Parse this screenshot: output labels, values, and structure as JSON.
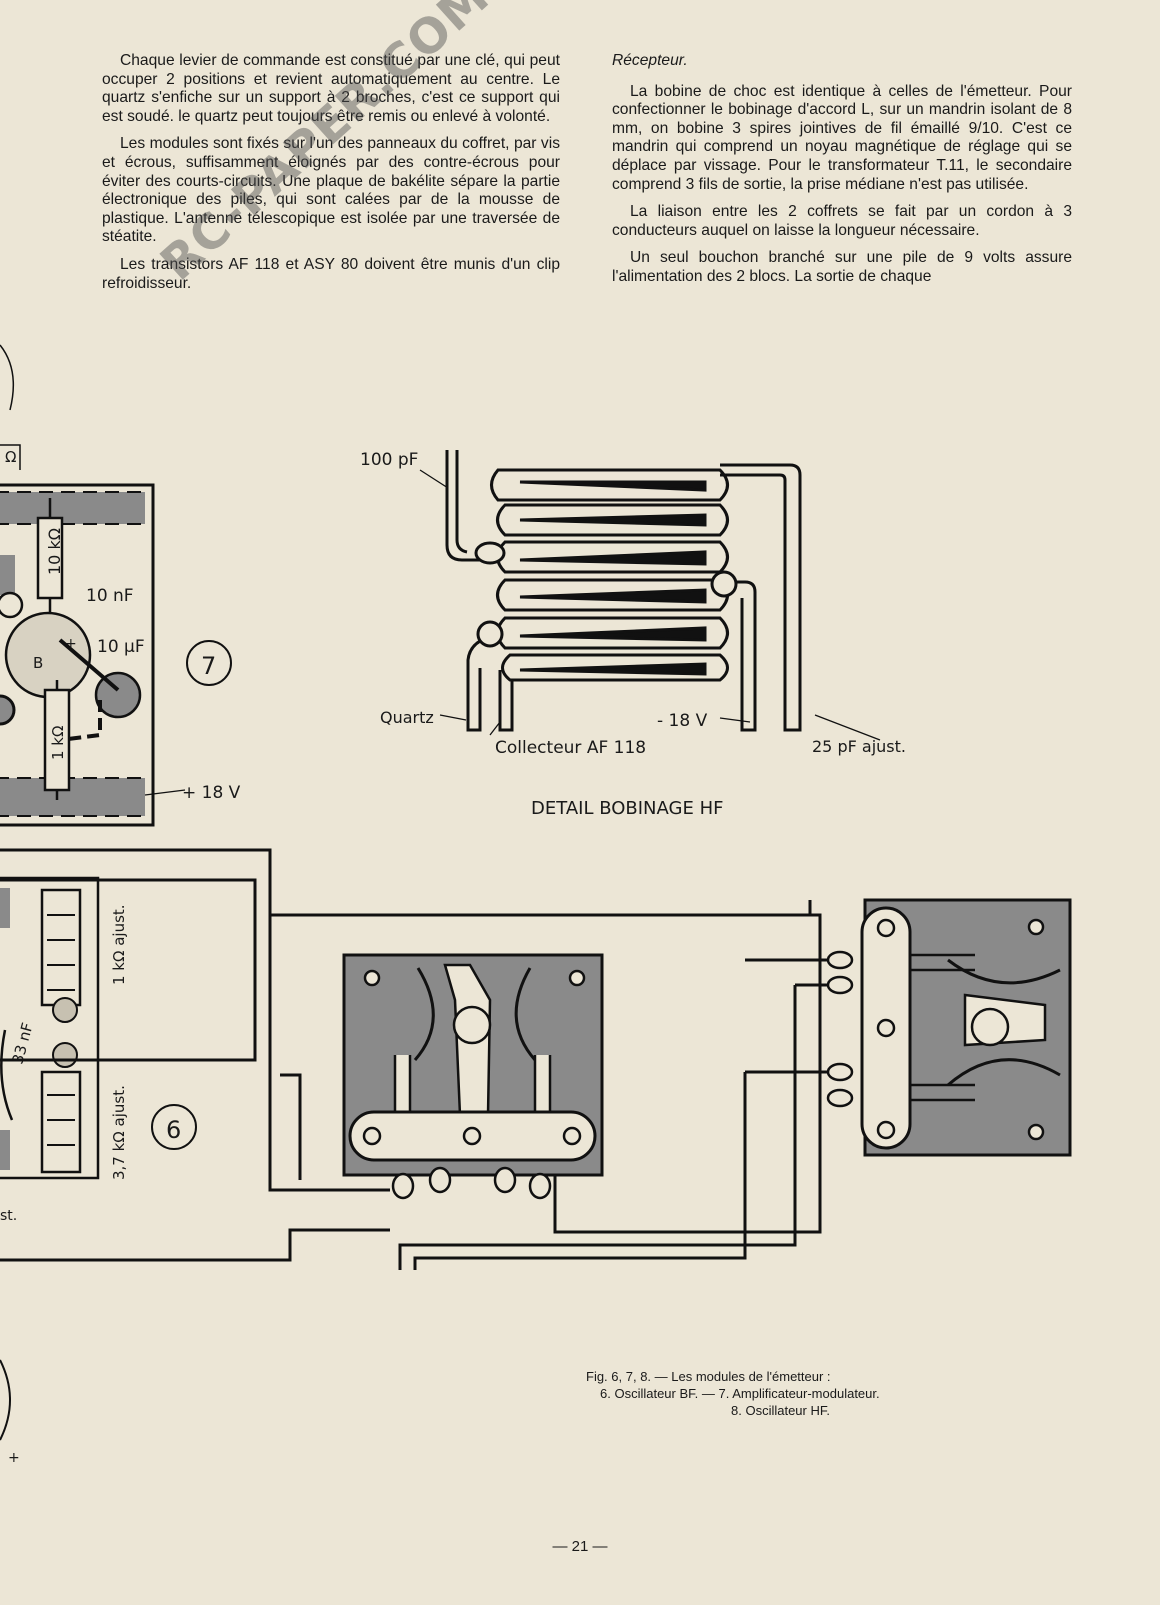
{
  "text": {
    "left_paragraphs": [
      "Chaque levier de commande est constitué par une clé, qui peut occuper 2 positions et revient automatiquement au centre. Le quartz s'enfiche sur un support à 2 broches, c'est ce support qui est soudé. le quartz peut toujours être remis ou enlevé à volonté.",
      "Les modules sont fixés sur l'un des panneaux du coffret, par vis et écrous, suffisamment éloignés par des contre-écrous pour éviter des courts-circuits. Une plaque de bakélite sépare la partie électronique des piles, qui sont calées par de la mousse de plastique. L'antenne télescopique est isolée par une traversée de stéatite.",
      "Les transistors AF 118 et ASY 80 doivent être munis d'un clip refroidisseur."
    ],
    "right_heading": "Récepteur.",
    "right_paragraphs": [
      "La bobine de choc est identique à celles de l'émetteur. Pour confectionner le bobinage d'accord L, sur un mandrin isolant de 8 mm, on bobine 3 spires jointives de fil émaillé 9/10. C'est ce mandrin qui comprend un noyau magnétique de réglage qui se déplace par vissage. Pour le transformateur T.11, le secondaire comprend 3 fils de sortie, la prise médiane n'est pas utilisée.",
      "La liaison entre les 2 coffrets se fait par un cordon à 3 conducteurs auquel on laisse la longueur nécessaire.",
      "Un seul bouchon branché sur une pile de 9 volts assure l'alimentation des 2 blocs. La sortie de chaque"
    ]
  },
  "watermark": "RC-PAPER.COM",
  "coil_detail": {
    "title": "DETAIL BOBINAGE HF",
    "labels": {
      "cap_100pf": "100 pF",
      "quartz": "Quartz",
      "collector": "Collecteur AF 118",
      "minus18": "- 18 V",
      "cap_25pf": "25 pF ajust."
    }
  },
  "module7": {
    "number": "7",
    "labels": {
      "r10k": "10 kΩ",
      "c10nf": "10 nF",
      "c10uf": "10 µF",
      "b": "B",
      "plus": "+",
      "r1k": "1 kΩ",
      "plus18": "+ 18 V",
      "ohm": "Ω"
    }
  },
  "module6": {
    "number": "6",
    "labels": {
      "r1k_adj": "1 kΩ ajust.",
      "r37k_adj": "3,7 kΩ ajust.",
      "c33nf": "33 nF",
      "st": "st.",
      "plus": "+"
    }
  },
  "caption": {
    "line1": "Fig. 6, 7, 8. — Les modules de l'émetteur :",
    "line2": "6. Oscillateur BF. — 7. Amplificateur-modulateur.",
    "line3": "8. Oscillateur HF."
  },
  "page_number": "— 21 —"
}
